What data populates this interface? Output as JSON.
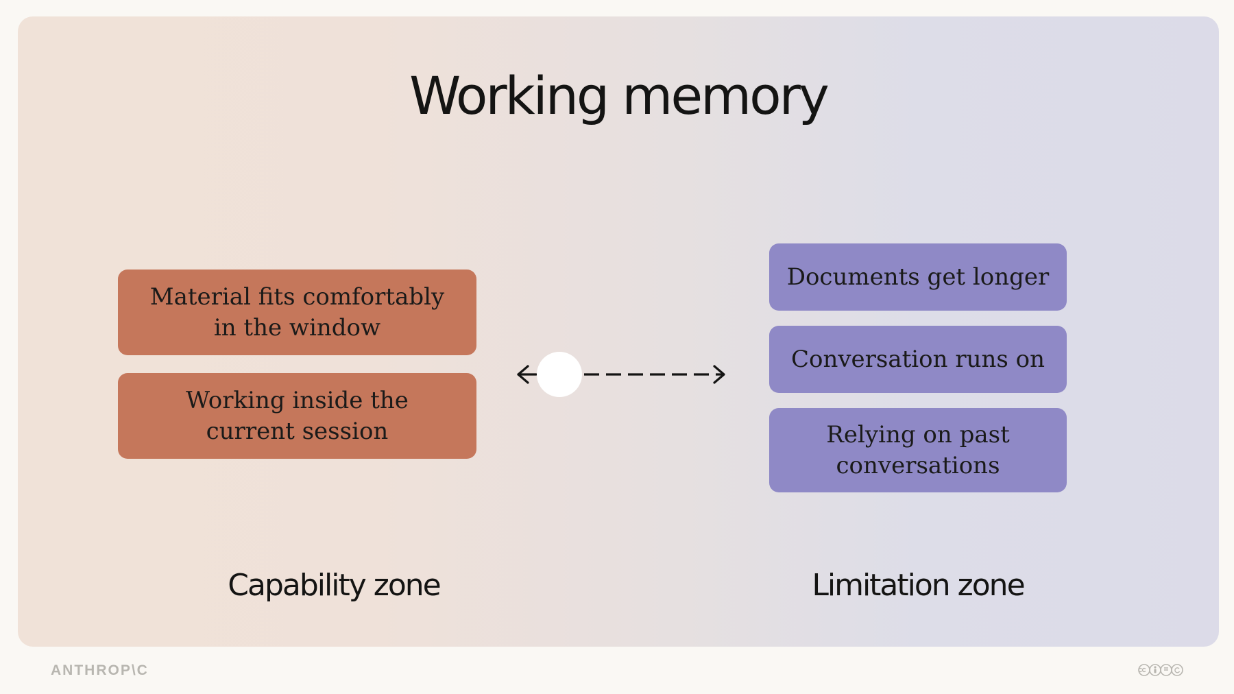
{
  "title": "Working memory",
  "capability_zone": {
    "label": "Capability zone",
    "items": [
      "Material fits comfortably\nin the window",
      "Working inside the\ncurrent session"
    ]
  },
  "limitation_zone": {
    "label": "Limitation zone",
    "items": [
      "Documents get longer",
      "Conversation runs on",
      "Relying on past\nconversations"
    ]
  },
  "slider": {
    "position": 0.22
  },
  "footer": {
    "logo": "ANTHROP\\C",
    "license_icons": "cc-by-nc-sa-icons"
  },
  "colors": {
    "capability_box": "#c5775b",
    "limitation_box": "#8f89c6",
    "text": "#141413"
  }
}
